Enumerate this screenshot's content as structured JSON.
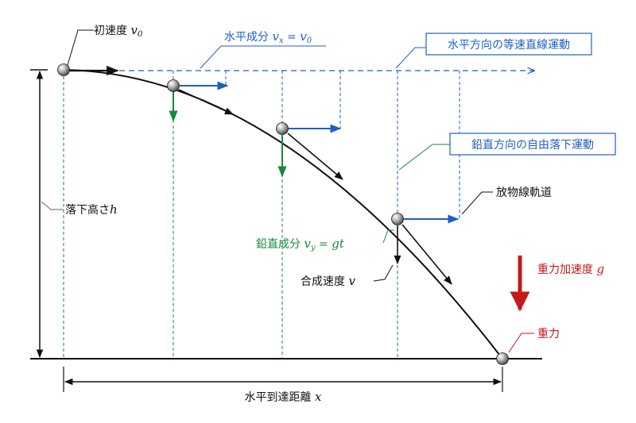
{
  "labels": {
    "initial_velocity": {
      "text": "初速度 ",
      "var": "v",
      "sub": "0"
    },
    "horizontal_component": {
      "text": "水平成分 ",
      "var": "v",
      "sub": "x",
      "eq": " = ",
      "var2": "v",
      "sub2": "0"
    },
    "uniform_motion": "水平方向の等速直線運動",
    "free_fall": "鉛直方向の自由落下運動",
    "trajectory": "放物線軌道",
    "fall_height": {
      "text": "落下高さ",
      "var": "h"
    },
    "vertical_component": {
      "text": "鉛直成分 ",
      "var": "v",
      "sub": "y",
      "eq": " = ",
      "rhs": "gt"
    },
    "resultant_velocity": {
      "text": "合成速度 ",
      "var": "v"
    },
    "gravity_acceleration": {
      "text": "重力加速度 ",
      "var": "g"
    },
    "gravity": "重力",
    "horizontal_distance": {
      "text": "水平到達距離 ",
      "var": "x"
    }
  },
  "colors": {
    "black": "#111111",
    "blue": "#1f5fc4",
    "green": "#168a3a",
    "red": "#c41a1a",
    "gray_leader": "#666666"
  }
}
